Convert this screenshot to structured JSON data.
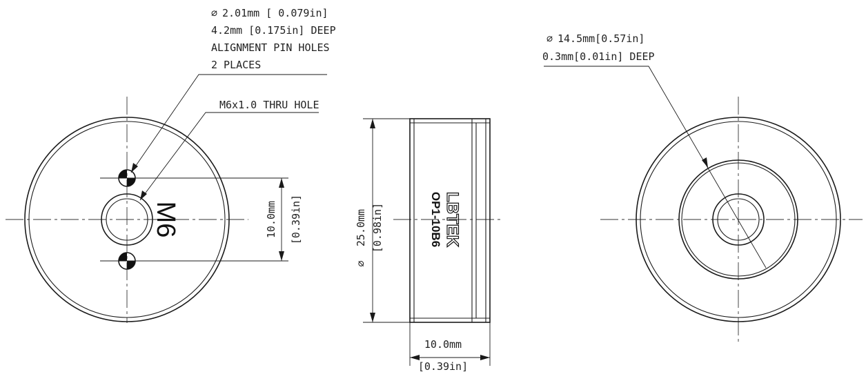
{
  "notes": {
    "pin_holes": {
      "line1": "2.01mm [ 0.079in]",
      "line2": "4.2mm [0.175in] DEEP",
      "line3": "ALIGNMENT PIN HOLES",
      "line4": "2 PLACES"
    },
    "thru_hole": "M6x1.0 THRU HOLE",
    "recess": {
      "line1": "14.5mm[0.57in]",
      "line2": "0.3mm[0.01in] DEEP"
    }
  },
  "dimensions": {
    "pin_spacing": {
      "mm": "10.0mm",
      "in": "[0.39in]"
    },
    "diameter": {
      "mm": "25.0mm",
      "in": "[0.98in]"
    },
    "thickness": {
      "mm": "10.0mm",
      "in": "[0.39in]"
    }
  },
  "engraving": {
    "thread": "M6",
    "brand": "LBTEK",
    "model": "OP1-10B6"
  },
  "symbols": {
    "diameter": "⌀"
  }
}
